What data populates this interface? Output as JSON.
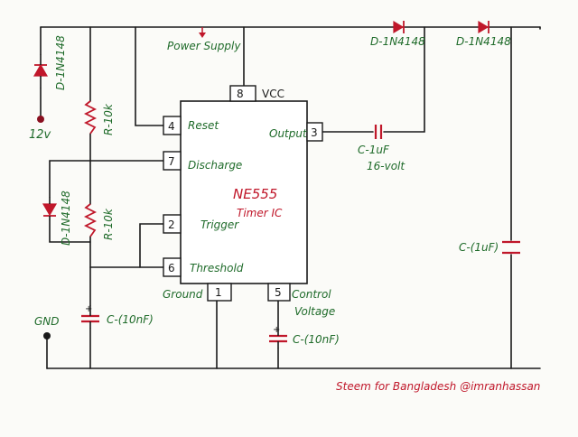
{
  "colors": {
    "wire": "#1a1a1a",
    "label_green": "#1f6b2a",
    "label_red": "#c0172a",
    "component_red": "#c0172a"
  },
  "ic": {
    "name": "NE555",
    "subtitle": "Timer IC",
    "pins": {
      "p8": {
        "num": "8",
        "name": "VCC"
      },
      "p4": {
        "num": "4",
        "name": "Reset"
      },
      "p7": {
        "num": "7",
        "name": "Discharge"
      },
      "p2": {
        "num": "2",
        "name": "Trigger"
      },
      "p6": {
        "num": "6",
        "name": "Threshold"
      },
      "p1": {
        "num": "1",
        "name": "Ground"
      },
      "p5": {
        "num": "5",
        "name": "Control",
        "name2": "Voltage"
      },
      "p3": {
        "num": "3",
        "name": "Output"
      }
    }
  },
  "labels": {
    "power_supply": "Power Supply",
    "supply_voltage": "12v",
    "gnd": "GND",
    "diode_left": "D-1N4148",
    "resistor_top": "R-10k",
    "diode_mid": "D-1N4148",
    "resistor_mid": "R-10k",
    "cap_timing": "C-(10nF)",
    "cap_control": "C-(10nF)",
    "cap_output": "C-1uF",
    "cap_output_voltage": "16-volt",
    "diode_top1": "D-1N4148",
    "diode_top2": "D-1N4148",
    "cap_right": "C-(1uF)",
    "signature": "Steem for Bangladesh @imranhassan"
  }
}
